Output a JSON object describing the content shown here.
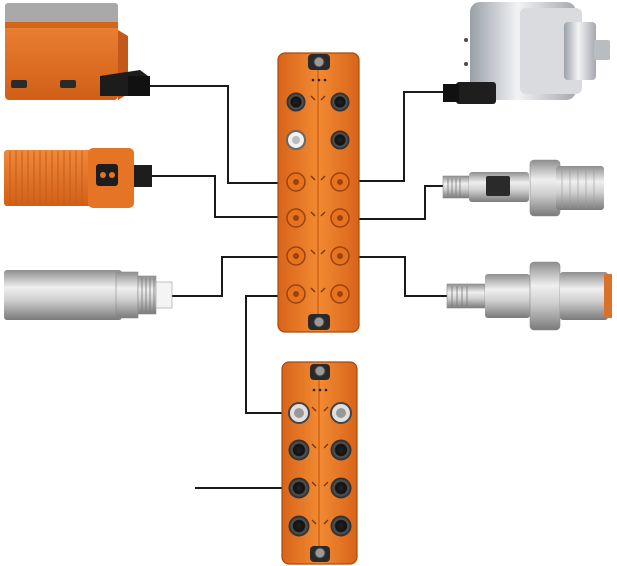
{
  "diagram": {
    "connection_line_color": "#1a1a1a",
    "module_color": "#e8731f",
    "module_dark_color": "#b04f10",
    "port_color": "#c95a13",
    "devices": [
      {
        "side": "left",
        "kind": "optical-distance-sensor",
        "color": "#e8731f"
      },
      {
        "side": "left",
        "kind": "cylindrical-photoelectric-sensor",
        "color": "#e8731f"
      },
      {
        "side": "left",
        "kind": "inductive-sensor",
        "color": "#bdbdbd"
      },
      {
        "side": "right",
        "kind": "rotary-encoder",
        "color": "#c7c9ce"
      },
      {
        "side": "right",
        "kind": "inductive-sensor-with-led",
        "color": "#c9c9c9"
      },
      {
        "side": "right",
        "kind": "inductive-sensor",
        "color": "#c9c9c9"
      }
    ],
    "modules": [
      {
        "name": "upper-io-module",
        "port_rows": 6
      },
      {
        "name": "lower-io-module",
        "port_rows": 4
      }
    ]
  }
}
